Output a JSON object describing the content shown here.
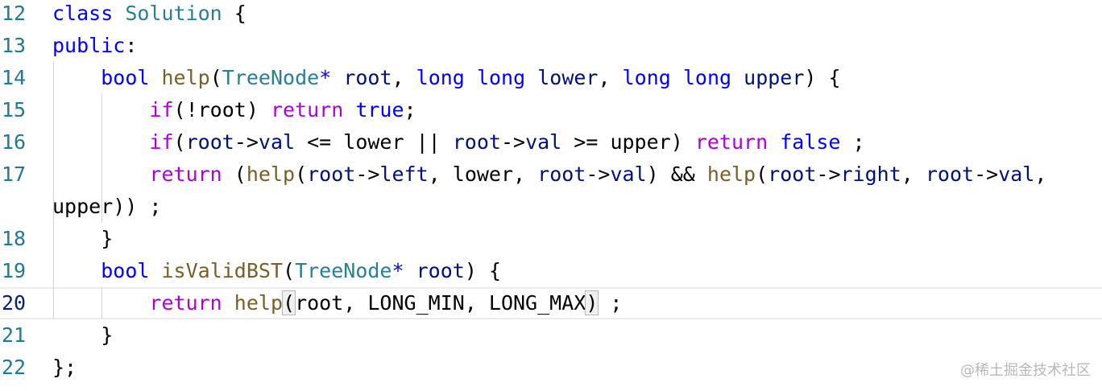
{
  "editor": {
    "lines": [
      {
        "num": "12",
        "tokens": [
          {
            "t": "class",
            "c": "kw-blue"
          },
          {
            "t": " "
          },
          {
            "t": "Solution",
            "c": "type"
          },
          {
            "t": " {"
          }
        ]
      },
      {
        "num": "13",
        "tokens": [
          {
            "t": "public",
            "c": "kw-blue"
          },
          {
            "t": ":"
          }
        ]
      },
      {
        "num": "14",
        "tokens": [
          {
            "t": "    "
          },
          {
            "t": "bool",
            "c": "kw-blue"
          },
          {
            "t": " "
          },
          {
            "t": "help",
            "c": "fn"
          },
          {
            "t": "("
          },
          {
            "t": "TreeNode",
            "c": "type"
          },
          {
            "t": "*",
            "c": "kw-blue"
          },
          {
            "t": " "
          },
          {
            "t": "root",
            "c": "var"
          },
          {
            "t": ", "
          },
          {
            "t": "long",
            "c": "kw-blue"
          },
          {
            "t": " "
          },
          {
            "t": "long",
            "c": "kw-blue"
          },
          {
            "t": " "
          },
          {
            "t": "lower",
            "c": "var"
          },
          {
            "t": ", "
          },
          {
            "t": "long",
            "c": "kw-blue"
          },
          {
            "t": " "
          },
          {
            "t": "long",
            "c": "kw-blue"
          },
          {
            "t": " "
          },
          {
            "t": "upper",
            "c": "var"
          },
          {
            "t": ") {"
          }
        ]
      },
      {
        "num": "15",
        "tokens": [
          {
            "t": "        "
          },
          {
            "t": "if",
            "c": "kw-purple"
          },
          {
            "t": "(!root) "
          },
          {
            "t": "return",
            "c": "kw-purple"
          },
          {
            "t": " "
          },
          {
            "t": "true",
            "c": "kw-blue"
          },
          {
            "t": ";"
          }
        ]
      },
      {
        "num": "16",
        "tokens": [
          {
            "t": "        "
          },
          {
            "t": "if",
            "c": "kw-purple"
          },
          {
            "t": "("
          },
          {
            "t": "root",
            "c": "var"
          },
          {
            "t": "->"
          },
          {
            "t": "val",
            "c": "var"
          },
          {
            "t": " <= lower || "
          },
          {
            "t": "root",
            "c": "var"
          },
          {
            "t": "->"
          },
          {
            "t": "val",
            "c": "var"
          },
          {
            "t": " >= upper) "
          },
          {
            "t": "return",
            "c": "kw-purple"
          },
          {
            "t": " "
          },
          {
            "t": "false",
            "c": "kw-blue"
          },
          {
            "t": " ;"
          }
        ]
      },
      {
        "num": "17",
        "tokens": [
          {
            "t": "        "
          },
          {
            "t": "return",
            "c": "kw-purple"
          },
          {
            "t": " ("
          },
          {
            "t": "help",
            "c": "fn"
          },
          {
            "t": "("
          },
          {
            "t": "root",
            "c": "var"
          },
          {
            "t": "->"
          },
          {
            "t": "left",
            "c": "var"
          },
          {
            "t": ", lower, "
          },
          {
            "t": "root",
            "c": "var"
          },
          {
            "t": "->"
          },
          {
            "t": "val",
            "c": "var"
          },
          {
            "t": ") && "
          },
          {
            "t": "help",
            "c": "fn"
          },
          {
            "t": "("
          },
          {
            "t": "root",
            "c": "var"
          },
          {
            "t": "->"
          },
          {
            "t": "right",
            "c": "var"
          },
          {
            "t": ", "
          },
          {
            "t": "root",
            "c": "var"
          },
          {
            "t": "->"
          },
          {
            "t": "val",
            "c": "var"
          },
          {
            "t": ","
          }
        ]
      },
      {
        "num": "",
        "tokens": [
          {
            "t": "upper)) ;"
          }
        ]
      },
      {
        "num": "18",
        "tokens": [
          {
            "t": "    }"
          }
        ]
      },
      {
        "num": "19",
        "tokens": [
          {
            "t": "    "
          },
          {
            "t": "bool",
            "c": "kw-blue"
          },
          {
            "t": " "
          },
          {
            "t": "isValidBST",
            "c": "fn"
          },
          {
            "t": "("
          },
          {
            "t": "TreeNode",
            "c": "type"
          },
          {
            "t": "*",
            "c": "kw-blue"
          },
          {
            "t": " "
          },
          {
            "t": "root",
            "c": "var"
          },
          {
            "t": ") {"
          }
        ]
      },
      {
        "num": "20",
        "active": true,
        "tokens": [
          {
            "t": "        "
          },
          {
            "t": "return",
            "c": "kw-purple"
          },
          {
            "t": " "
          },
          {
            "t": "help",
            "c": "fn"
          },
          {
            "t": "(",
            "box": true
          },
          {
            "t": "root, LONG_MIN, LONG_MAX"
          },
          {
            "t": ")",
            "box": true
          },
          {
            "t": " ;"
          }
        ]
      },
      {
        "num": "21",
        "tokens": [
          {
            "t": "    }"
          }
        ]
      },
      {
        "num": "22",
        "tokens": [
          {
            "t": "};"
          }
        ]
      }
    ]
  },
  "watermark": "@稀土掘金技术社区",
  "colors": {
    "keyword_blue": "#0000ff",
    "keyword_purple": "#af00db",
    "function": "#795e26",
    "type": "#267f99",
    "variable": "#001080",
    "line_number": "#237893",
    "line_number_active": "#0b216f"
  }
}
